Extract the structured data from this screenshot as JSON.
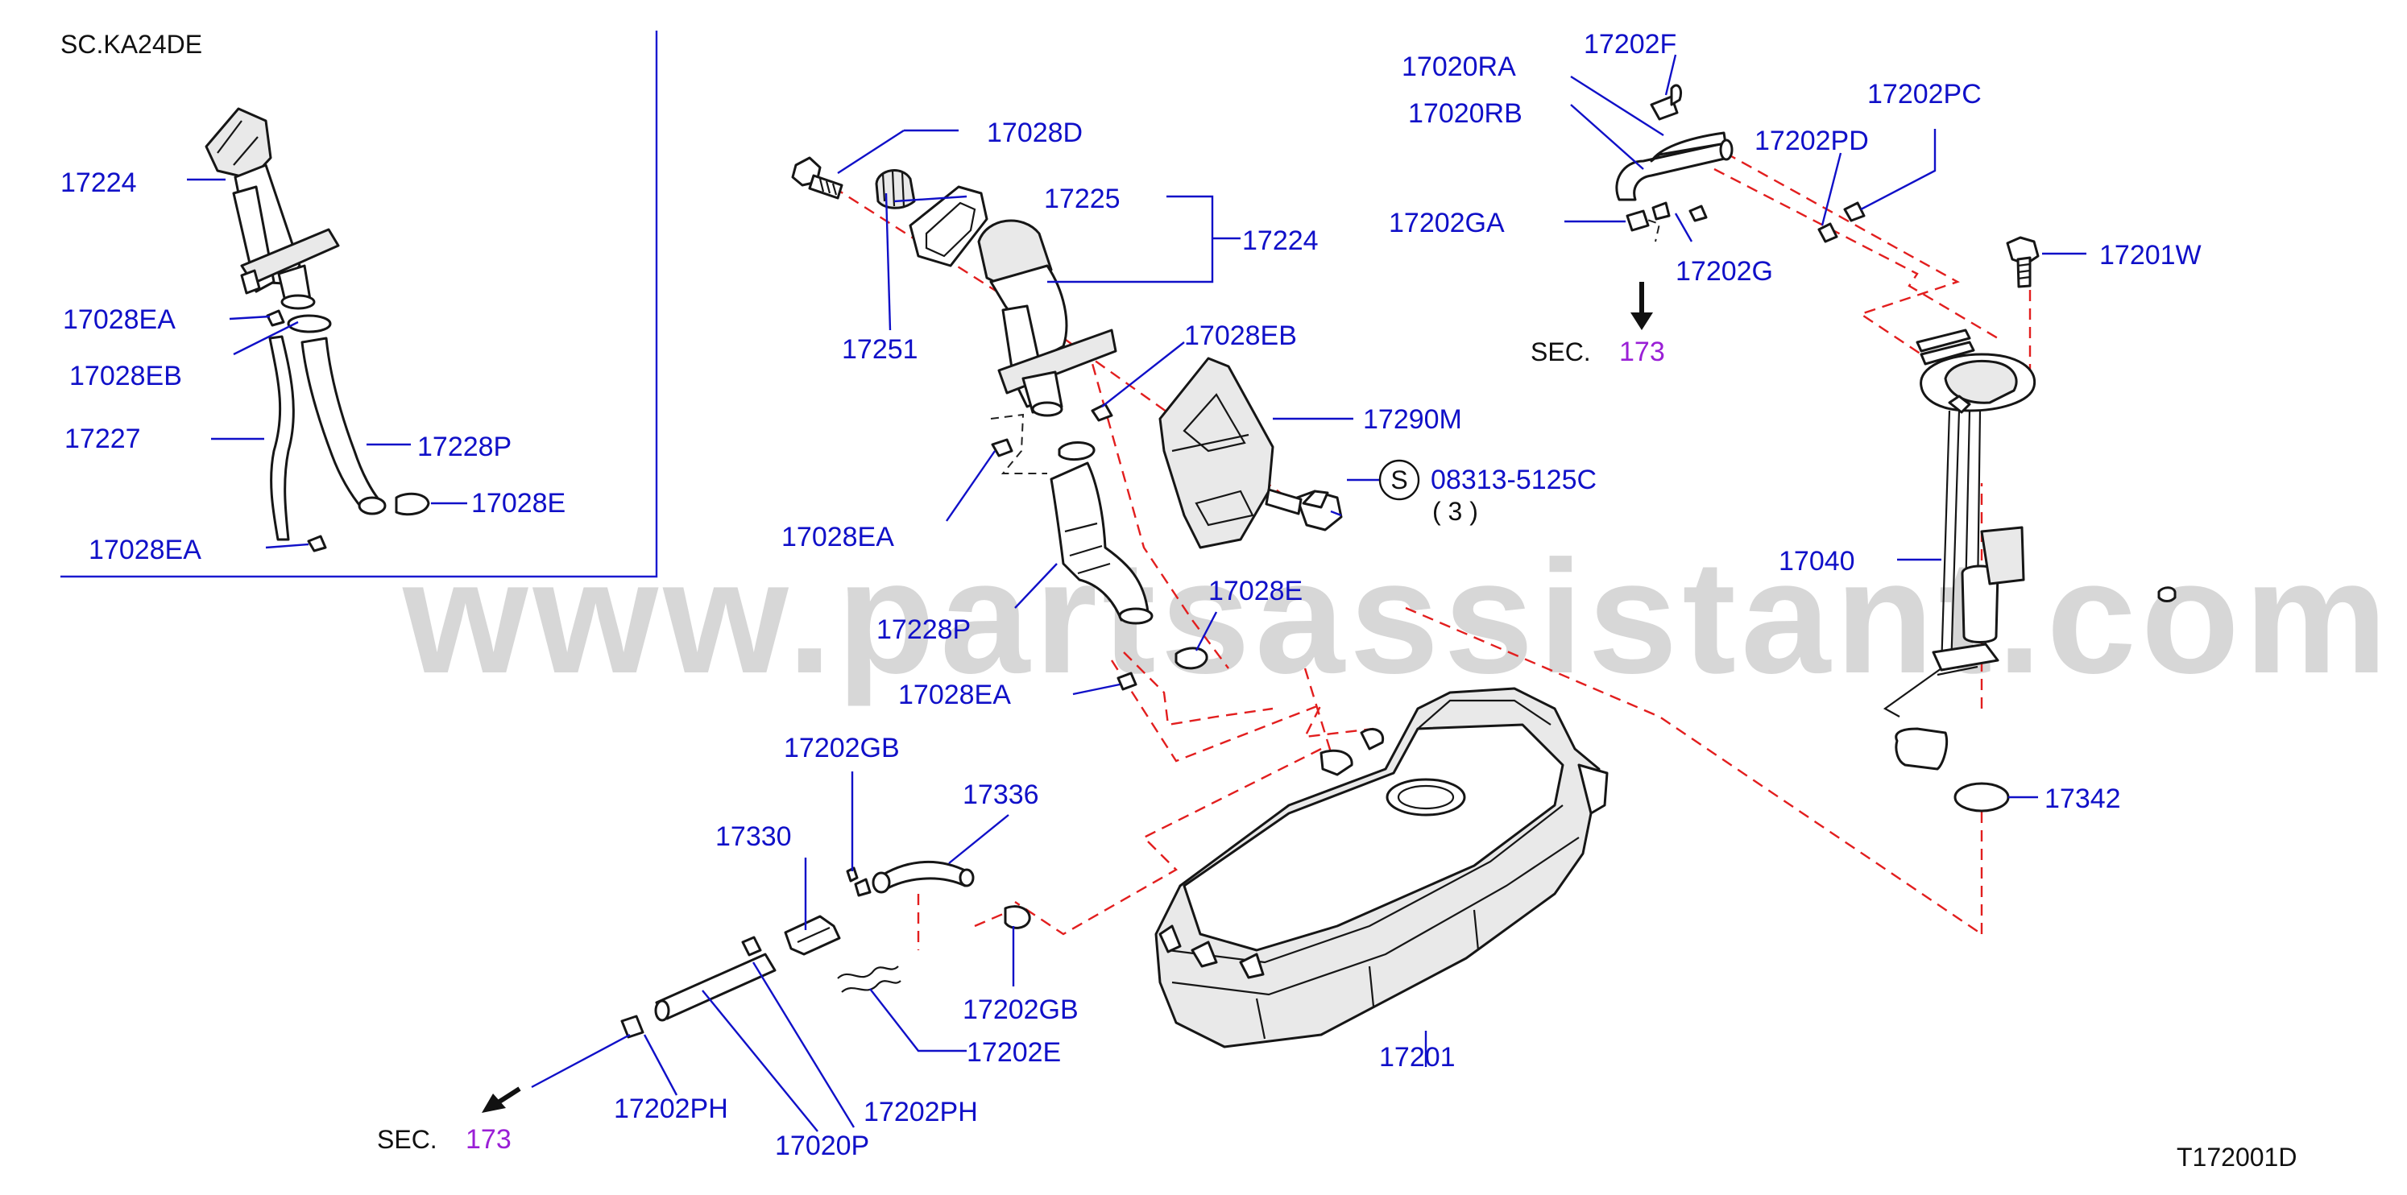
{
  "inset": {
    "title": "SC.KA24DE",
    "labels": [
      "17224",
      "17028EA",
      "17028EB",
      "17227",
      "17228P",
      "17028E",
      "17028EA"
    ]
  },
  "labels": {
    "p17028D": "17028D",
    "p17225": "17225",
    "p17224": "17224",
    "p17251": "17251",
    "p17028EB": "17028EB",
    "p17290M": "17290M",
    "p08313": "08313-5125C",
    "qty": "( 3 )",
    "screw_symbol": "S",
    "p17028EA_a": "17028EA",
    "p17228P": "17228P",
    "p17028E": "17028E",
    "p17028EA_b": "17028EA",
    "p17202GB_a": "17202GB",
    "p17336": "17336",
    "p17330": "17330",
    "p17202GB_b": "17202GB",
    "p17202E": "17202E",
    "p17202PH_a": "17202PH",
    "p17202PH_b": "17202PH",
    "p17020P": "17020P",
    "p17201": "17201",
    "p17020RA": "17020RA",
    "p17020RB": "17020RB",
    "p17202F": "17202F",
    "p17202PC": "17202PC",
    "p17202PD": "17202PD",
    "p17202GA": "17202GA",
    "p17202G": "17202G",
    "p17201W": "17201W",
    "p17040": "17040",
    "p17342": "17342"
  },
  "sec_refs": {
    "top": {
      "prefix": "SEC.",
      "number": "173"
    },
    "bottom": {
      "prefix": "SEC.",
      "number": "173"
    }
  },
  "watermark": "www.partsassistant.com",
  "diagram_code": "T172001D",
  "colors": {
    "part_number": "#1010c8",
    "dashed_reference": "#e21e1e",
    "section_number": "#9a1fd6",
    "line_art": "#161616",
    "watermark": "#c8c8c8"
  }
}
